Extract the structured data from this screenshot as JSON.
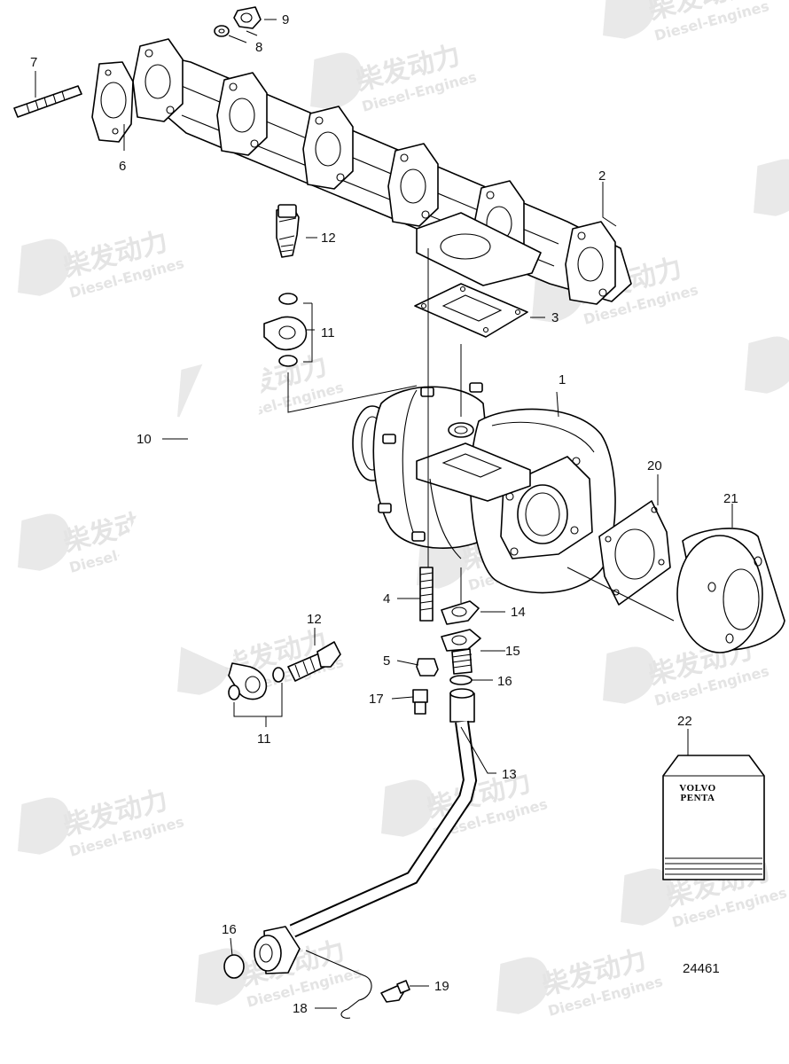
{
  "drawing_number": "24461",
  "watermark": {
    "text_cn": "柴发动力",
    "text_en": "Diesel-Engines"
  },
  "manual_label": [
    "VOLVO",
    "PENTA"
  ],
  "callouts": [
    "1",
    "2",
    "3",
    "4",
    "5",
    "6",
    "7",
    "8",
    "9",
    "10",
    "11",
    "11",
    "12",
    "12",
    "13",
    "14",
    "15",
    "16",
    "16",
    "17",
    "18",
    "19",
    "20",
    "21",
    "22"
  ]
}
